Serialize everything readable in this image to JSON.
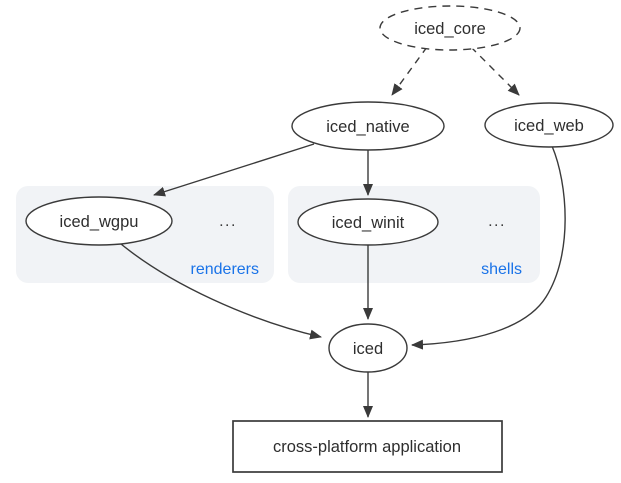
{
  "diagram": {
    "colors": {
      "background": "#ffffff",
      "node_stroke": "#3a3a3a",
      "node_fill": "#ffffff",
      "text": "#2e2e2e",
      "group_background": "#f1f3f6",
      "group_label": "#1a73e8"
    },
    "nodes": {
      "core": {
        "label": "iced_core"
      },
      "native": {
        "label": "iced_native"
      },
      "web": {
        "label": "iced_web"
      },
      "wgpu": {
        "label": "iced_wgpu"
      },
      "winit": {
        "label": "iced_winit"
      },
      "iced": {
        "label": "iced"
      },
      "app": {
        "label": "cross-platform application"
      }
    },
    "groups": {
      "renderers": {
        "label": "renderers",
        "ellipsis": "..."
      },
      "shells": {
        "label": "shells",
        "ellipsis": "..."
      }
    },
    "edges": [
      {
        "from": "iced_core",
        "to": "iced_native",
        "style": "dashed"
      },
      {
        "from": "iced_core",
        "to": "iced_web",
        "style": "dashed"
      },
      {
        "from": "iced_native",
        "to": "iced_wgpu",
        "style": "solid"
      },
      {
        "from": "iced_native",
        "to": "iced_winit",
        "style": "solid"
      },
      {
        "from": "iced_wgpu",
        "to": "iced",
        "style": "solid"
      },
      {
        "from": "iced_winit",
        "to": "iced",
        "style": "solid"
      },
      {
        "from": "iced_web",
        "to": "iced",
        "style": "solid"
      },
      {
        "from": "iced",
        "to": "cross-platform application",
        "style": "solid"
      }
    ]
  }
}
